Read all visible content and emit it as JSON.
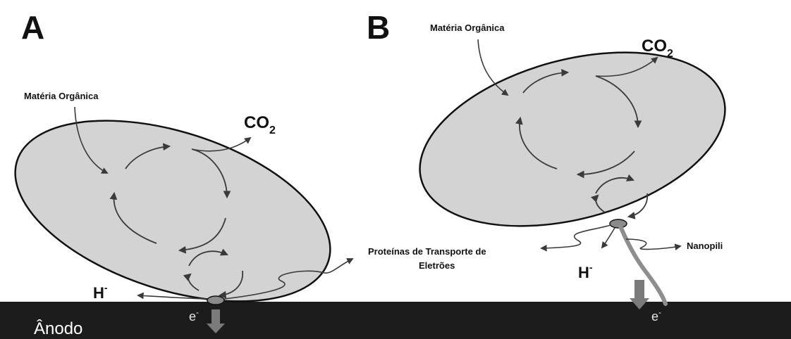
{
  "panel_a": {
    "label": "A",
    "organic_matter": "Matéria Orgânica",
    "co2_main": "CO",
    "co2_sub": "2",
    "hydride_main": "H",
    "hydride_sup": "-",
    "electron_main": "e",
    "electron_sup": "-",
    "transport_proteins_line1": "Proteínas de Transporte de",
    "transport_proteins_line2": "Eletrões"
  },
  "panel_b": {
    "label": "B",
    "organic_matter": "Matéria Orgânica",
    "co2_main": "CO",
    "co2_sub": "2",
    "hydride_main": "H",
    "hydride_sup": "-",
    "electron_main": "e",
    "electron_sup": "-",
    "nanopili": "Nanopili"
  },
  "anode": {
    "label": "Ânodo"
  },
  "colors": {
    "cell_fill": "#d3d3d3",
    "outline": "#111111",
    "arrow": "#3a3a3a",
    "anode": "#1c1c1c",
    "anode_text": "#ffffff",
    "electron_arrow": "#7a7a7a"
  }
}
